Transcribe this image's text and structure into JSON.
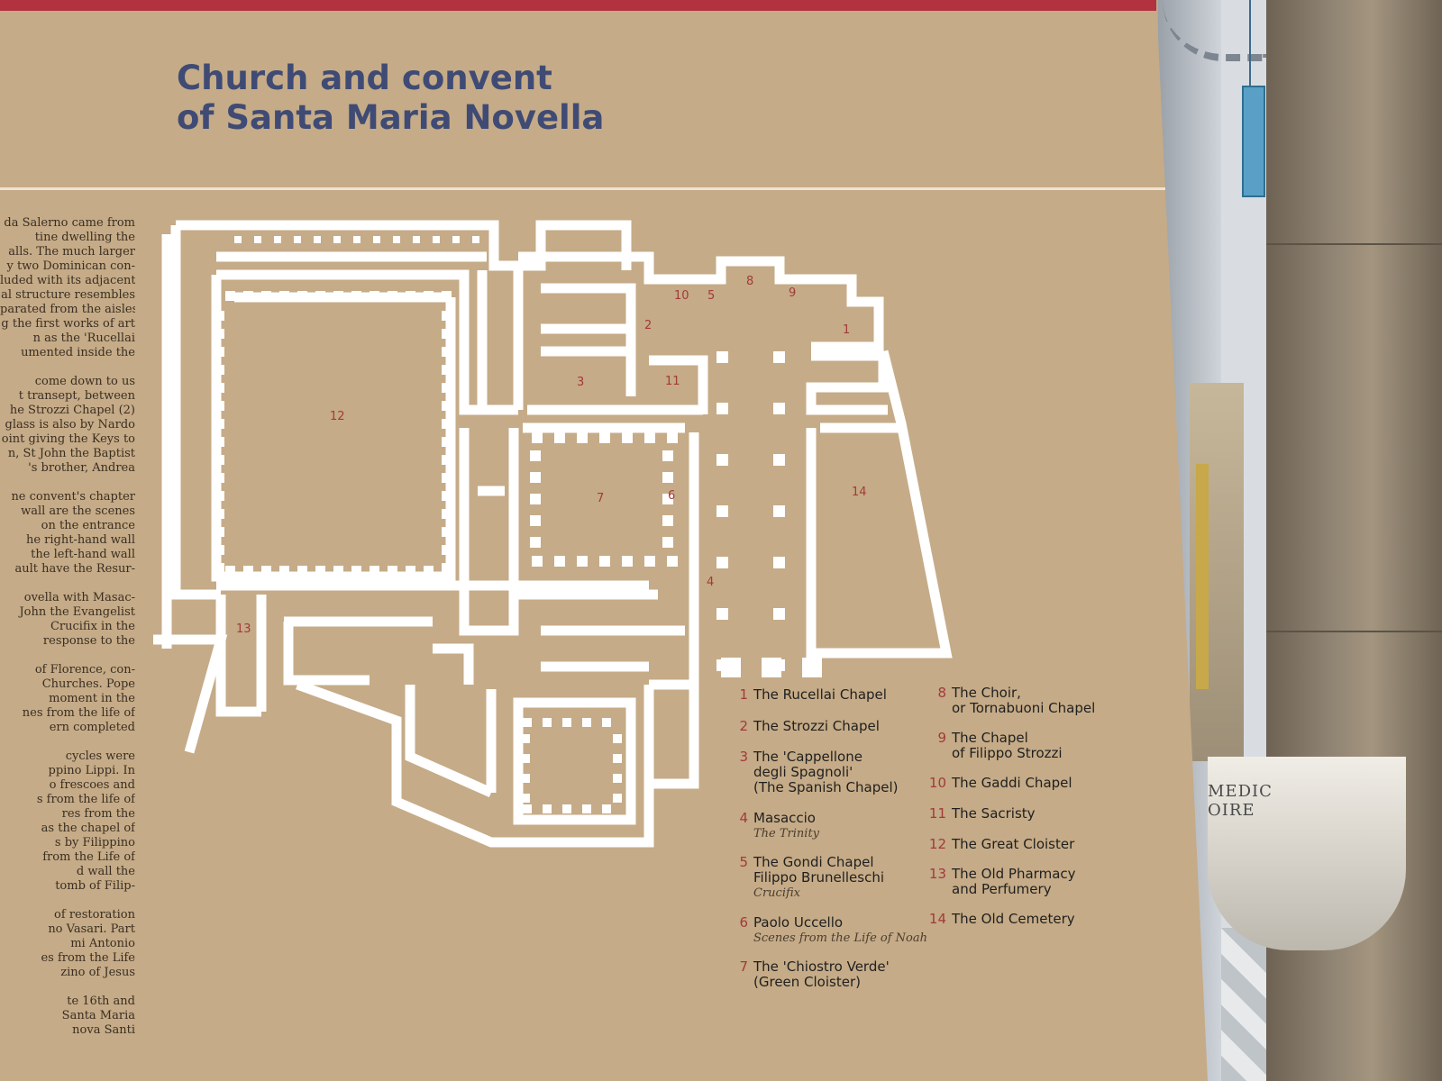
{
  "title": {
    "line1": "Church and convent",
    "line2": "of Santa Maria Novella"
  },
  "left_text_fragments": [
    "da Salerno came from",
    "tine dwelling the",
    "alls. The much larger",
    "y two Dominican con-",
    "luded with its adjacent",
    "al structure resembles",
    "parated from the aisles",
    "g the first works of art",
    "n as the 'Rucellai",
    "umented inside the",
    "",
    "come down to us",
    "t transept, between",
    "he Strozzi Chapel (2)",
    "glass is also by Nardo",
    "oint giving the Keys to",
    "n, St John the Baptist",
    "'s brother, Andrea",
    "",
    "ne convent's chapter",
    "wall are the scenes",
    "on the entrance",
    "he right-hand wall",
    "the left-hand wall",
    "ault have the Resur-",
    "",
    "ovella with Masac-",
    "John the Evangelist",
    "Crucifix in the",
    "response to the",
    "",
    "of Florence, con-",
    "Churches. Pope",
    "moment in the",
    "nes from the life of",
    "ern completed",
    "",
    "cycles were",
    "ppino Lippi. In",
    "o frescoes and",
    "s from the life of",
    "res from the",
    "as the chapel of",
    "s by Filippino",
    "from the Life of",
    "d wall the",
    "tomb of Filip-",
    "",
    "of restoration",
    "no Vasari. Part",
    "mi Antonio",
    "es from the Life",
    "zino of Jesus",
    "",
    "te 16th and",
    "Santa Maria",
    "nova Santi"
  ],
  "plan_labels": [
    "1",
    "2",
    "3",
    "4",
    "5",
    "6",
    "7",
    "8",
    "9",
    "10",
    "11",
    "12",
    "13",
    "14"
  ],
  "legend_left": [
    {
      "num": "1",
      "lines": [
        "The Rucellai Chapel"
      ],
      "sub": ""
    },
    {
      "num": "2",
      "lines": [
        "The Strozzi Chapel"
      ],
      "sub": ""
    },
    {
      "num": "3",
      "lines": [
        "The 'Cappellone",
        "degli Spagnoli'",
        "(The Spanish Chapel)"
      ],
      "sub": ""
    },
    {
      "num": "4",
      "lines": [
        "Masaccio"
      ],
      "sub": "The Trinity"
    },
    {
      "num": "5",
      "lines": [
        "The Gondi Chapel",
        "Filippo Brunelleschi"
      ],
      "sub": "Crucifix"
    },
    {
      "num": "6",
      "lines": [
        "Paolo Uccello"
      ],
      "sub": "Scenes from the Life of Noah"
    },
    {
      "num": "7",
      "lines": [
        "The 'Chiostro Verde'",
        "(Green Cloister)"
      ],
      "sub": ""
    }
  ],
  "legend_right": [
    {
      "num": "8",
      "lines": [
        "The Choir,",
        "or Tornabuoni Chapel"
      ]
    },
    {
      "num": "9",
      "lines": [
        "The Chapel",
        "of Filippo Strozzi"
      ]
    },
    {
      "num": "10",
      "lines": [
        "The Gaddi Chapel"
      ]
    },
    {
      "num": "11",
      "lines": [
        "The Sacristy"
      ]
    },
    {
      "num": "12",
      "lines": [
        "The Great Cloister"
      ]
    },
    {
      "num": "13",
      "lines": [
        "The Old Pharmacy",
        "and Perfumery"
      ]
    },
    {
      "num": "14",
      "lines": [
        "The Old Cemetery"
      ]
    }
  ],
  "font_inscription": "MEDIC OIRE",
  "colors": {
    "sign_background": "#c5ab87",
    "plan_walls": "#ffffff",
    "title": "#3f4b74",
    "numbers": "#a23a3a",
    "top_band": "#b23240"
  }
}
